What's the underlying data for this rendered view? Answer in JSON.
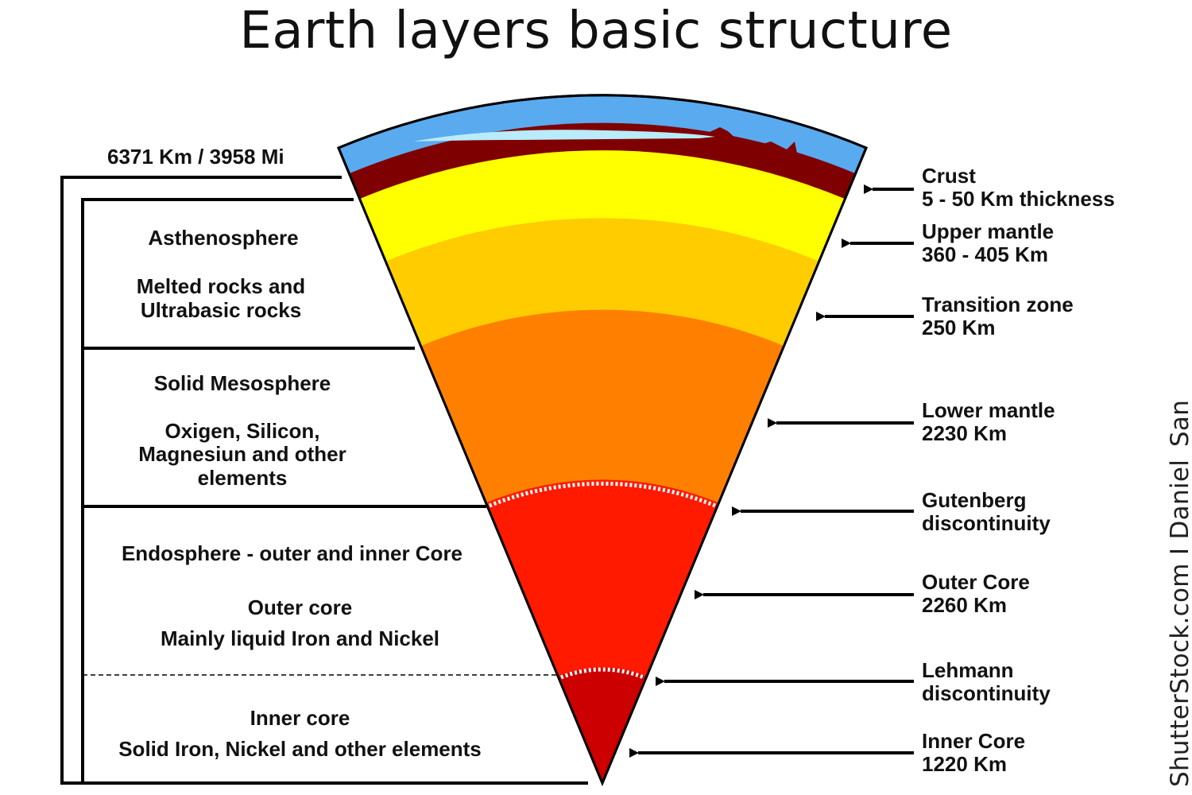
{
  "title": "Earth layers basic structure",
  "radius_label": "6371 Km / 3958 Mi",
  "left_sections": {
    "asthenosphere": {
      "heading": "Asthenosphere",
      "line1": "Melted rocks and",
      "line2": "Ultrabasic rocks"
    },
    "mesosphere": {
      "heading": "Solid Mesosphere",
      "line1": "Oxigen, Silicon,",
      "line2": "Magnesiun and other",
      "line3": "elements"
    },
    "endosphere": {
      "heading": "Endosphere - outer and inner Core",
      "sub_heading": "Outer core",
      "line1": "Mainly liquid Iron and Nickel"
    },
    "inner": {
      "heading": "Inner core",
      "line1": "Solid Iron, Nickel and other elements"
    }
  },
  "right_labels": [
    {
      "line1": "Crust",
      "line2": "5 - 50 Km thickness"
    },
    {
      "line1": "Upper mantle",
      "line2": "360 - 405 Km"
    },
    {
      "line1": "Transition zone",
      "line2": "250 Km"
    },
    {
      "line1": "Lower mantle",
      "line2": "2230 Km"
    },
    {
      "line1": "Gutenberg",
      "line2": "discontinuity"
    },
    {
      "line1": "Outer Core",
      "line2": "2260 Km"
    },
    {
      "line1": "Lehmann",
      "line2": "discontinuity"
    },
    {
      "line1": "Inner Core",
      "line2": "1220 Km"
    }
  ],
  "watermark": "ShutterStock.com I Daniel_San",
  "colors": {
    "ocean": "#5aaaf0",
    "ocean_light": "#b8ecfa",
    "crust": "#7f0000",
    "upper_mantle": "#ffff00",
    "transition_zone": "#ffcc00",
    "lower_mantle": "#ff8000",
    "outer_core": "#ff1a00",
    "inner_core": "#cc0000"
  }
}
